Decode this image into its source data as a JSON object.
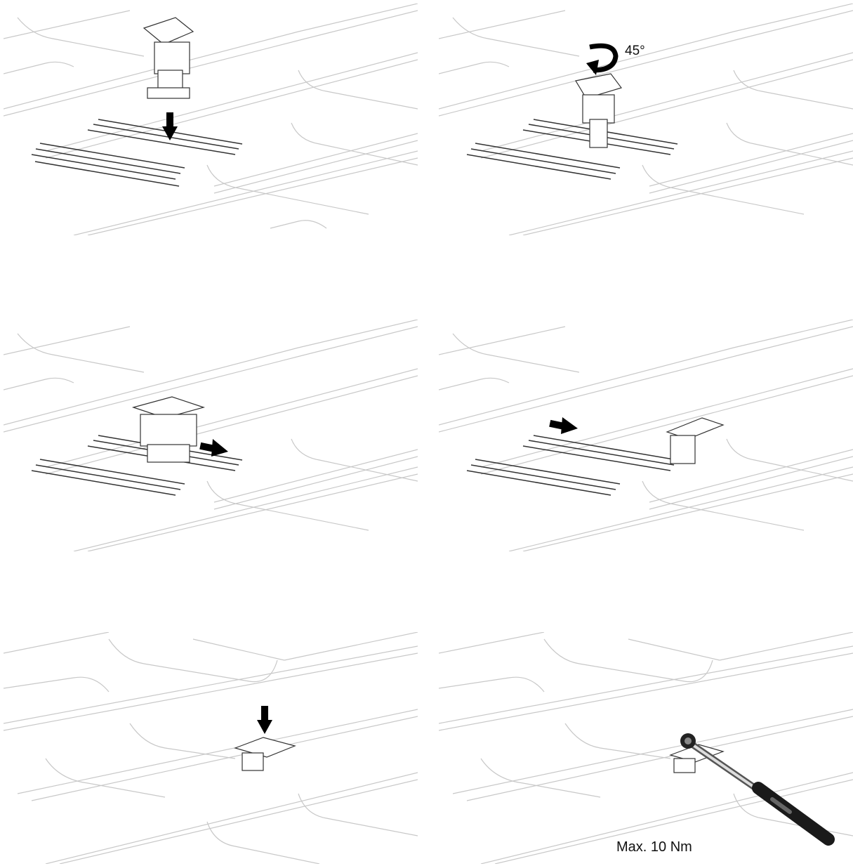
{
  "steps": [
    {
      "id": 1,
      "action": "insert-clamp-down"
    },
    {
      "id": 2,
      "action": "rotate-clamp",
      "angle_label": "45°"
    },
    {
      "id": 3,
      "action": "slide-clamp-right"
    },
    {
      "id": 4,
      "action": "clamp-positioned-at-module-edge"
    },
    {
      "id": 5,
      "action": "press-clamp-down"
    },
    {
      "id": 6,
      "action": "tighten-with-torque-wrench",
      "torque_label": "Max. 10 Nm"
    }
  ],
  "colors": {
    "line": "#c8c8c8",
    "outline": "#333333",
    "arrow": "#000000",
    "wrench_grip": "#1a1a1a"
  }
}
